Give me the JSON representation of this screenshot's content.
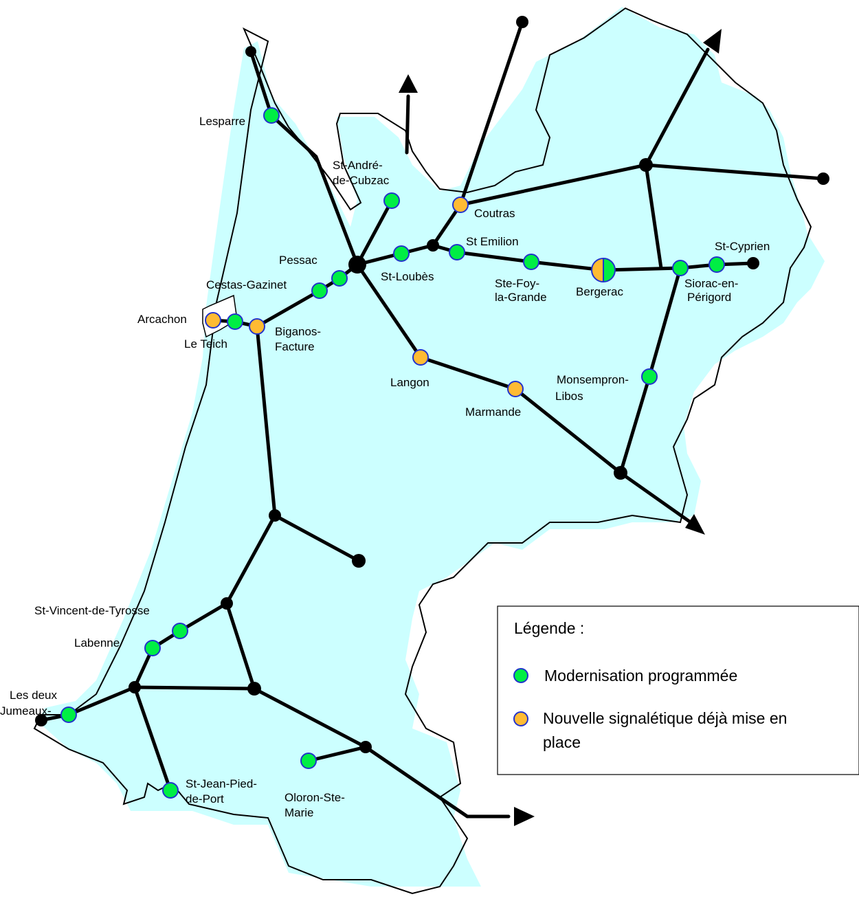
{
  "colors": {
    "region_fill": "#ccffff",
    "line": "#000000",
    "modernisation": "#00ee44",
    "signaletique": "#ffbb33",
    "station_stroke": "#2233cc"
  },
  "stations": [
    {
      "id": "lesparre",
      "label": [
        "Lesparre"
      ],
      "status": "modernisation"
    },
    {
      "id": "st-andre",
      "label": [
        "St-André-",
        "de-Cubzac"
      ],
      "status": "modernisation"
    },
    {
      "id": "coutras",
      "label": [
        "Coutras"
      ],
      "status": "signaletique"
    },
    {
      "id": "st-emilion",
      "label": [
        "St Emilion"
      ],
      "status": "modernisation"
    },
    {
      "id": "st-loubes",
      "label": [
        "St-Loubès"
      ],
      "status": "modernisation"
    },
    {
      "id": "ste-foy",
      "label": [
        "Ste-Foy-",
        "la-Grande"
      ],
      "status": "modernisation"
    },
    {
      "id": "bergerac",
      "label": [
        "Bergerac"
      ],
      "status": "both"
    },
    {
      "id": "st-cyprien",
      "label": [
        "St-Cyprien"
      ],
      "status": "modernisation"
    },
    {
      "id": "siorac",
      "label": [
        "Siorac-en-",
        "Périgord"
      ],
      "status": "modernisation"
    },
    {
      "id": "pessac",
      "label": [
        "Pessac"
      ],
      "status": "modernisation"
    },
    {
      "id": "cestas",
      "label": [
        "Cestas-Gazinet"
      ],
      "status": "modernisation"
    },
    {
      "id": "arcachon",
      "label": [
        "Arcachon"
      ],
      "status": "signaletique"
    },
    {
      "id": "le-teich",
      "label": [
        "Le Teich"
      ],
      "status": "modernisation"
    },
    {
      "id": "biganos",
      "label": [
        "Biganos-",
        "Facture"
      ],
      "status": "signaletique"
    },
    {
      "id": "langon",
      "label": [
        "Langon"
      ],
      "status": "signaletique"
    },
    {
      "id": "marmande",
      "label": [
        "Marmande"
      ],
      "status": "signaletique"
    },
    {
      "id": "monsempron",
      "label": [
        "Monsempron-",
        "Libos"
      ],
      "status": "modernisation"
    },
    {
      "id": "st-vincent",
      "label": [
        "St-Vincent-de-Tyrosse"
      ],
      "status": "modernisation"
    },
    {
      "id": "labenne",
      "label": [
        "Labenne"
      ],
      "status": "modernisation"
    },
    {
      "id": "deux-jumeaux",
      "label": [
        "Les deux",
        "Jumeaux-"
      ],
      "status": "modernisation"
    },
    {
      "id": "st-jean",
      "label": [
        "St-Jean-Pied-",
        "de-Port"
      ],
      "status": "modernisation"
    },
    {
      "id": "oloron",
      "label": [
        "Oloron-Ste-",
        "Marie"
      ],
      "status": "modernisation"
    }
  ],
  "legend": {
    "title": "Légende :",
    "items": [
      {
        "status": "modernisation",
        "label": [
          "Modernisation programmée"
        ]
      },
      {
        "status": "signaletique",
        "label": [
          "Nouvelle signalétique déjà mise en",
          "place"
        ]
      }
    ]
  }
}
